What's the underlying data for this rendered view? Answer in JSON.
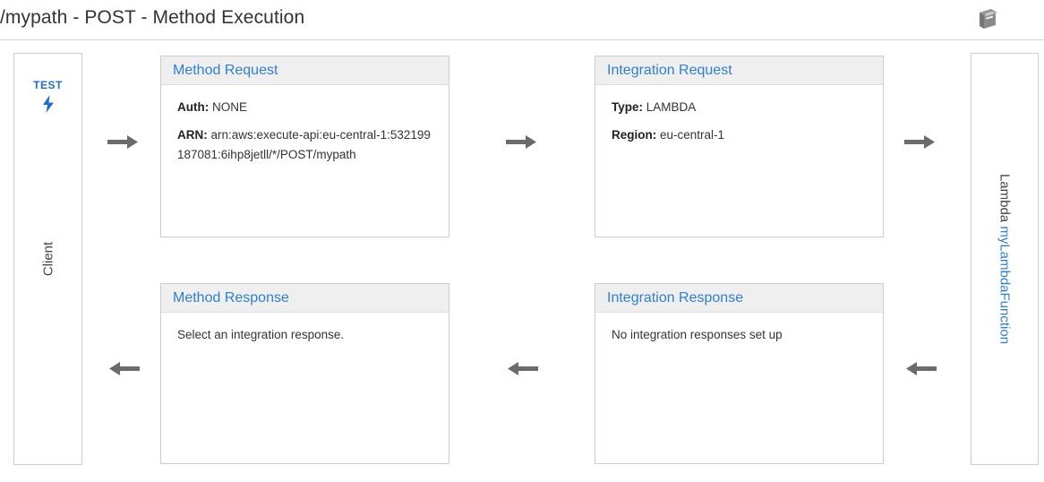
{
  "header": {
    "title": "/mypath - POST - Method Execution",
    "docs_icon": "book-icon"
  },
  "client": {
    "test_label": "TEST",
    "test_icon": "lightning-bolt-icon",
    "label": "Client"
  },
  "lambda": {
    "prefix": "Lambda ",
    "function_name": "myLambdaFunction"
  },
  "panels": {
    "method_request": {
      "title": "Method Request",
      "rows": [
        {
          "key": "Auth:",
          "value": "NONE"
        },
        {
          "key": "ARN:",
          "value": "arn:aws:execute-api:eu-central-1:532199187081:6ihp8jetll/*/POST/mypath"
        }
      ]
    },
    "integration_request": {
      "title": "Integration Request",
      "rows": [
        {
          "key": "Type:",
          "value": "LAMBDA"
        },
        {
          "key": "Region:",
          "value": "eu-central-1"
        }
      ]
    },
    "method_response": {
      "title": "Method Response",
      "note": "Select an integration response."
    },
    "integration_response": {
      "title": "Integration Response",
      "note": "No integration responses set up"
    }
  },
  "arrows": {
    "client_to_method": "arrow-right",
    "method_to_integration": "arrow-right",
    "integration_to_lambda": "arrow-right",
    "lambda_to_integration": "arrow-left",
    "integration_to_method": "arrow-left",
    "method_to_client": "arrow-left"
  },
  "colors": {
    "link_blue": "#2f7fd1",
    "test_blue": "#1f6fc4",
    "arrow_gray": "#6b6b6b",
    "panel_header_bg": "#efefef",
    "border_gray": "#cccccc"
  }
}
